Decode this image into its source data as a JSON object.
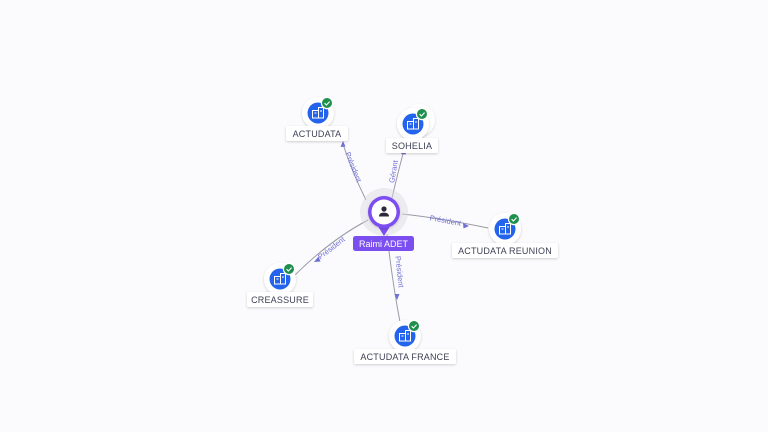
{
  "center": {
    "name": "Raimi ADET",
    "icon": "person-icon",
    "color": "#7b4ef0"
  },
  "companies": [
    {
      "id": "actudata",
      "name": "ACTUDATA",
      "relation": "Président",
      "verified": true,
      "icon": "building-icon"
    },
    {
      "id": "sohelia",
      "name": "SOHELIA",
      "relation": "Gérant",
      "verified": true,
      "icon": "building-icon"
    },
    {
      "id": "actudata-reunion",
      "name": "ACTUDATA REUNION",
      "relation": "Président",
      "verified": true,
      "icon": "building-icon"
    },
    {
      "id": "creassure",
      "name": "CREASSURE",
      "relation": "Président",
      "verified": true,
      "icon": "building-icon"
    },
    {
      "id": "actudata-france",
      "name": "ACTUDATA FRANCE",
      "relation": "Président",
      "verified": true,
      "icon": "building-icon"
    }
  ],
  "colors": {
    "company": "#2463eb",
    "verified": "#1f8f4e",
    "edge": "#9a9aa6",
    "edge_label": "#6f6fd6"
  }
}
